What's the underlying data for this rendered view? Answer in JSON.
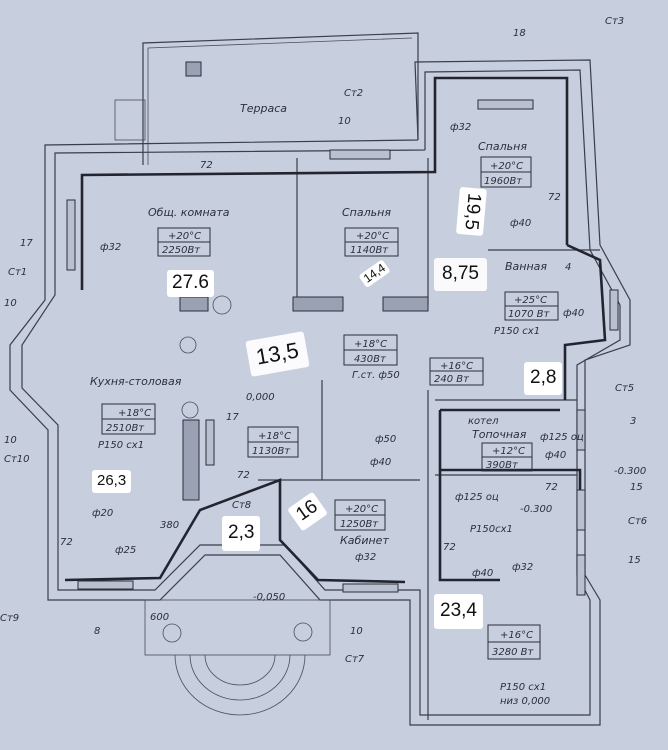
{
  "plan": {
    "terrace": "Терраса",
    "rooms": {
      "living": {
        "name": "Общ. комната",
        "temp": "+20°C",
        "power": "2250Вт"
      },
      "bedroom1": {
        "name": "Спальня",
        "temp": "+20°C",
        "power": "1140Вт"
      },
      "bedroom2": {
        "name": "Спальня",
        "temp": "+20°C",
        "power": "1960Вт"
      },
      "bathroom": {
        "name": "Ванная",
        "temp": "+25°C",
        "power": "1070 Вт"
      },
      "hall": {
        "temp": "+18°C",
        "power": "430Вт"
      },
      "wc": {
        "temp": "+16°C",
        "power": "240 Вт"
      },
      "kitchen": {
        "name": "Кухня-столовая",
        "temp": "+18°C",
        "power": "2510Вт"
      },
      "corridor": {
        "temp": "+18°C",
        "power": "1130Вт"
      },
      "study": {
        "name": "Кабинет",
        "temp": "+20°C",
        "power": "1250Вт"
      },
      "boiler": {
        "name": "Топочная",
        "boiler_label": "котел",
        "temp": "+12°C",
        "power": "390Вт"
      },
      "garage": {
        "temp": "+16°C",
        "power": "3280 Вт"
      }
    },
    "labels": {
      "st1": "Ст1",
      "st2": "Ст2",
      "st3": "Ст3",
      "st5": "Ст5",
      "st6": "Ст6",
      "st7": "Ст7",
      "st8": "Ст8",
      "st9": "Ст9",
      "st10": "Ст10",
      "n18": "18",
      "n10a": "10",
      "n10b": "10",
      "n10c": "10",
      "n10d": "10",
      "n17a": "17",
      "n17b": "17",
      "n4": "4",
      "n3": "3",
      "n15a": "15",
      "n15b": "15",
      "n8": "8",
      "t72a": "72",
      "t72b": "72",
      "t72c": "72",
      "t72d": "72",
      "t72e": "72",
      "t72f": "72",
      "d32a": "ф32",
      "d32b": "ф32",
      "d32c": "ф32",
      "d32d": "ф32",
      "d40a": "ф40",
      "d40b": "ф40",
      "d40c": "ф40",
      "d40d": "ф40",
      "d40e": "ф40",
      "d50a": "ф50",
      "d20": "ф20",
      "d25": "ф25",
      "gst": "Г.ст. ф50",
      "p150a": "Р150 сх1",
      "p150b": "Р150 сх1",
      "p150c": "Р150сх1",
      "p150d": "Р150 сх1",
      "bottom": "низ 0,000",
      "d125a": "ф125 оц",
      "d125b": "ф125 оц",
      "lvl1": "-0.300",
      "lvl2": "-0.300",
      "lvl3": "-0,050",
      "lvl4": "0,000",
      "w600": "600",
      "w380": "380"
    },
    "overlays": {
      "bedroom2_area": "19,5",
      "bedroom1_area": "14,4",
      "living_area": "27.6",
      "bathroom_area": "8,75",
      "wc_area": "2,8",
      "corridor_area": "13,5",
      "kitchen_area": "26,3",
      "stair_area": "2,3",
      "study_area": "16",
      "garage_area": "23,4"
    }
  }
}
